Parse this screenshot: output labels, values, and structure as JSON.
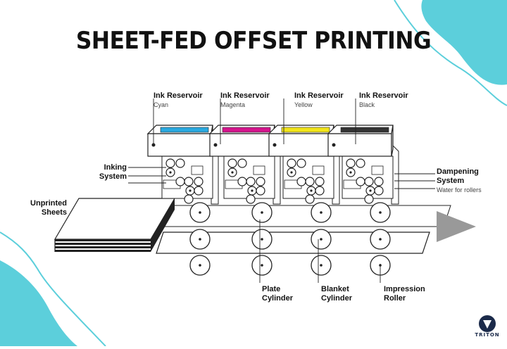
{
  "title": "SHEET-FED OFFSET PRINTING",
  "reservoirs": [
    {
      "label": "Ink Reservoir",
      "color_name": "Cyan",
      "color": "#29a9e0"
    },
    {
      "label": "Ink Reservoir",
      "color_name": "Magenta",
      "color": "#d4148c"
    },
    {
      "label": "Ink Reservoir",
      "color_name": "Yellow",
      "color": "#f2e51a"
    },
    {
      "label": "Ink Reservoir",
      "color_name": "Black",
      "color": "#333333"
    }
  ],
  "labels": {
    "inking_line1": "Inking",
    "inking_line2": "System",
    "unprinted_line1": "Unprinted",
    "unprinted_line2": "Sheets",
    "dampening_line1": "Dampening",
    "dampening_line2": "System",
    "dampening_sub": "Water for rollers",
    "plate_line1": "Plate",
    "plate_line2": "Cylinder",
    "blanket_line1": "Blanket",
    "blanket_line2": "Cylinder",
    "impression_line1": "Impression",
    "impression_line2": "Roller"
  },
  "logo": {
    "name": "TRITON"
  },
  "colors": {
    "accent": "#4fc9d6",
    "line": "#222222"
  }
}
